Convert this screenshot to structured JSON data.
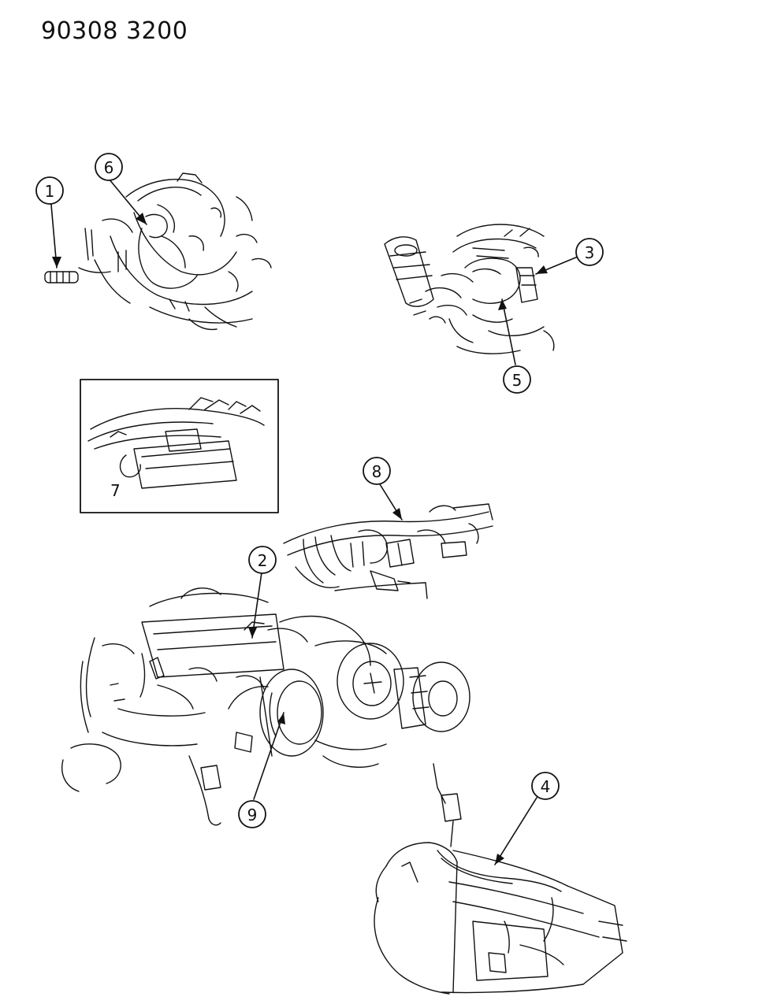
{
  "header": {
    "code": "90308  3200"
  },
  "callouts": [
    {
      "id": "callout-1",
      "number": "1"
    },
    {
      "id": "callout-2",
      "number": "2"
    },
    {
      "id": "callout-3",
      "number": "3"
    },
    {
      "id": "callout-4",
      "number": "4"
    },
    {
      "id": "callout-5",
      "number": "5"
    },
    {
      "id": "callout-6",
      "number": "6"
    },
    {
      "id": "callout-8",
      "number": "8"
    },
    {
      "id": "callout-9",
      "number": "9"
    }
  ],
  "inset": {
    "label": "7"
  }
}
